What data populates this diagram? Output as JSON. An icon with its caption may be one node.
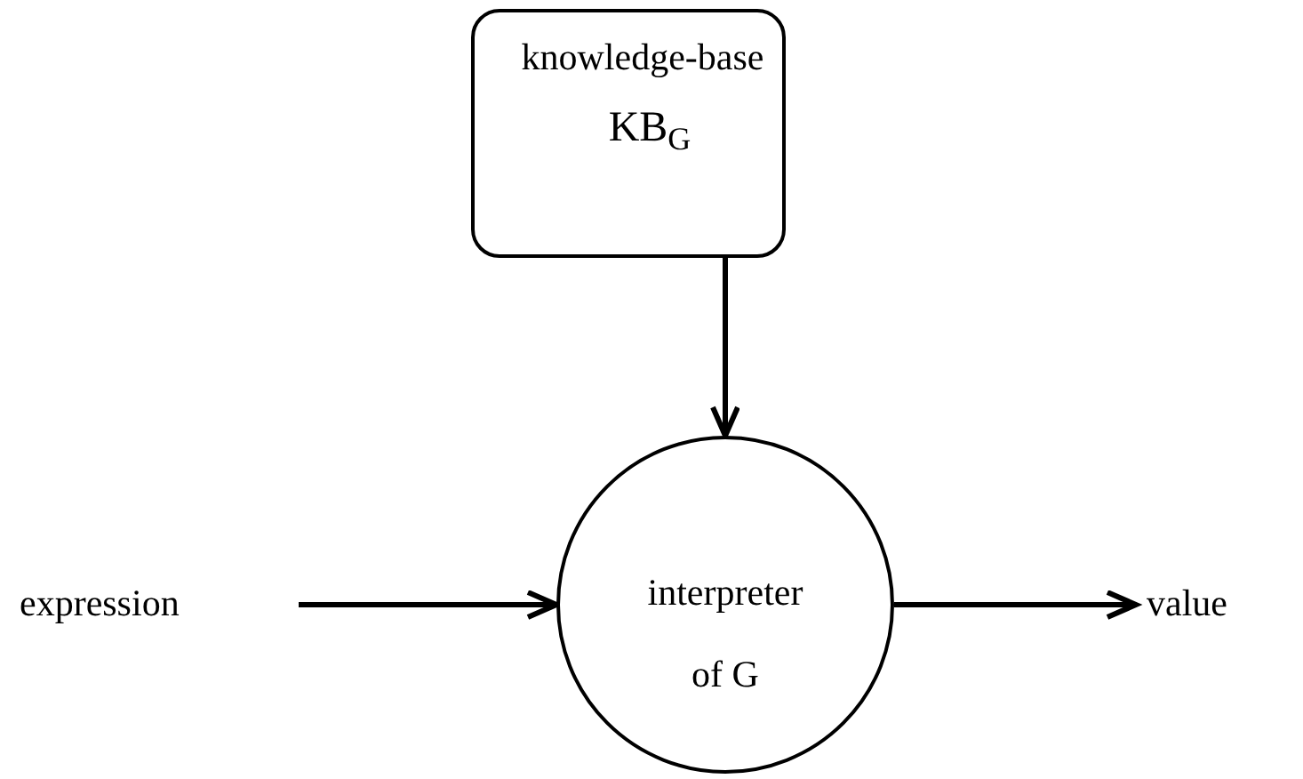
{
  "diagram": {
    "nodes": [
      {
        "text": [
          "knowledge-base",
          "KB$_{G}$"
        ]
      },
      {
        "text": [
          "interpreter of G"
        ]
      },
      {
        "text": [
          "expression"
        ]
      },
      {
        "text": [
          "value"
        ]
      }
    ],
    "edges": [
      {
        "from": 0,
        "to": 1,
        "arrow": "to"
      },
      {
        "from": 2,
        "to": 1,
        "arrow": "to"
      },
      {
        "from": 1,
        "to": 3,
        "arrow": "to"
      }
    ]
  }
}
